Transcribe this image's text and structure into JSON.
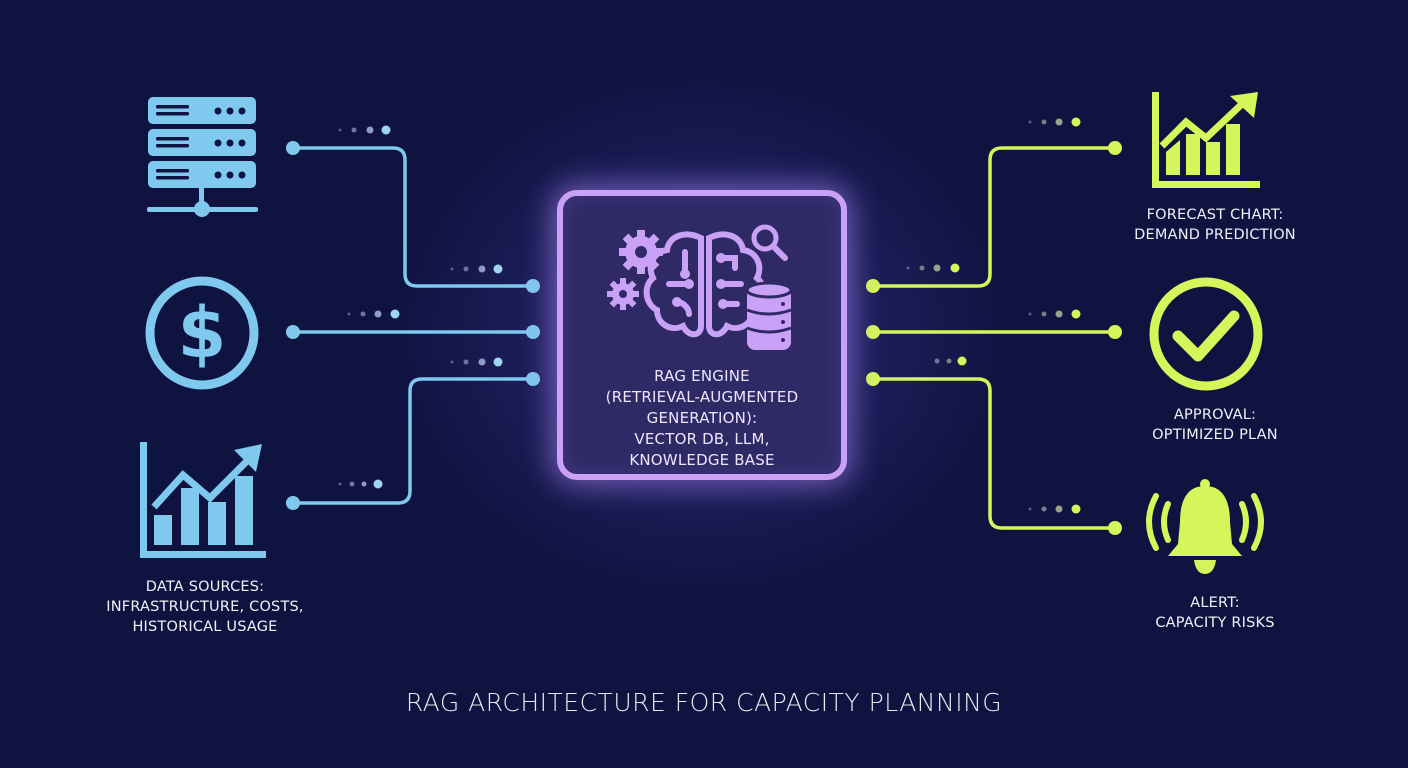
{
  "title": "RAG ARCHITECTURE FOR CAPACITY PLANNING",
  "colors": {
    "background": "#0f1340",
    "input_accent": "#7fc8ee",
    "engine_accent": "#c9a2f7",
    "engine_fill": "#2f2a66",
    "output_accent": "#d6f55a",
    "text": "#f1f1f5"
  },
  "inputs": {
    "label_lines": [
      "DATA SOURCES:",
      "INFRASTRUCTURE, COSTS,",
      "HISTORICAL USAGE"
    ],
    "icons": [
      "server-icon",
      "dollar-coin-icon",
      "bar-chart-trend-icon"
    ]
  },
  "engine": {
    "label_lines": [
      "RAG ENGINE",
      "(RETRIEVAL-AUGMENTED",
      "GENERATION):",
      "VECTOR DB, LLM,",
      "KNOWLEDGE BASE"
    ],
    "icons": [
      "brain-icon",
      "gears-icon",
      "magnifier-icon",
      "database-icon"
    ]
  },
  "outputs": [
    {
      "icon": "forecast-chart-icon",
      "label_lines": [
        "FORECAST CHART:",
        "DEMAND PREDICTION"
      ]
    },
    {
      "icon": "check-circle-icon",
      "label_lines": [
        "APPROVAL:",
        "OPTIMIZED PLAN"
      ]
    },
    {
      "icon": "bell-alert-icon",
      "label_lines": [
        "ALERT:",
        "CAPACITY RISKS"
      ]
    }
  ]
}
